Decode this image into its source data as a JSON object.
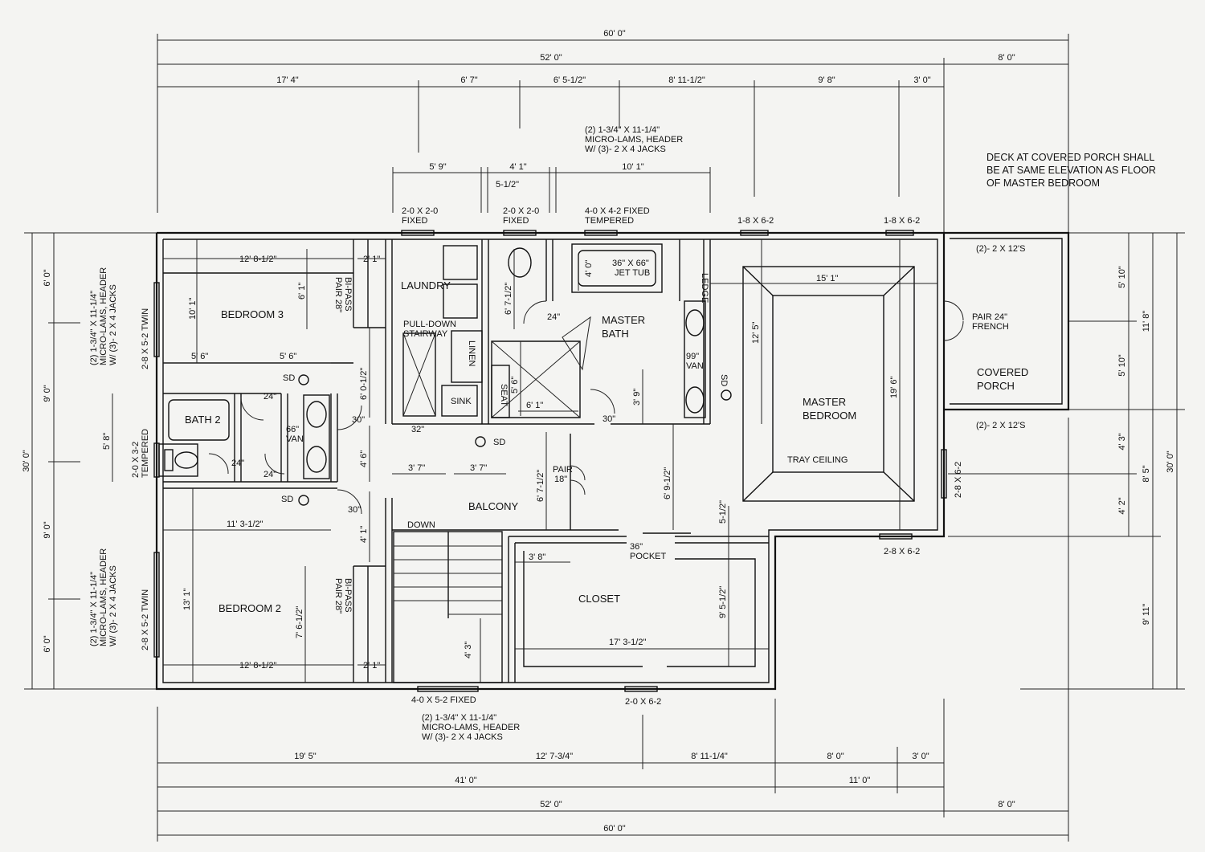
{
  "dims_top": {
    "overall_60": "60' 0\"",
    "overall_52": "52' 0\"",
    "porch_8": "8' 0\"",
    "s1": "17' 4\"",
    "s2": "6' 7\"",
    "s3": "6' 5-1/2\"",
    "s4": "8' 11-1/2\"",
    "s5": "9' 8\"",
    "s6": "3' 0\"",
    "w1": "5' 9\"",
    "w2": "4' 1\"",
    "w3": "10' 1\"",
    "w4": "5-1/2\""
  },
  "dims_bottom": {
    "b1": "19' 5\"",
    "b2": "12' 7-3/4\"",
    "b3": "8' 11-1/4\"",
    "b4": "8' 0\"",
    "b5": "3' 0\"",
    "c1": "41' 0\"",
    "c2": "11' 0\"",
    "d1": "52' 0\"",
    "d2": "8' 0\"",
    "e1": "60' 0\""
  },
  "dims_left": {
    "l1": "6' 0\"",
    "l2": "9' 0\"",
    "l3": "9' 0\"",
    "l4": "6' 0\"",
    "overall": "30' 0\""
  },
  "dims_right": {
    "r1": "5' 10\"",
    "r2": "5' 10\"",
    "r3": "11' 8\"",
    "r4": "4' 3\"",
    "r5": "4' 2\"",
    "r6": "8' 5\"",
    "r7": "9' 11\"",
    "overall": "30' 0\""
  },
  "headers": {
    "top": [
      "(2) 1-3/4\" X 11-1/4\"",
      "MICRO-LAMS, HEADER",
      "W/ (3)- 2 X 4 JACKS"
    ],
    "bottom": [
      "(2) 1-3/4\" X 11-1/4\"",
      "MICRO-LAMS, HEADER",
      "W/ (3)- 2 X 4 JACKS"
    ],
    "left_a": [
      "(2) 1-3/4\" X 11-1/4\"",
      "MICRO-LAMS, HEADER",
      "W/ (3)- 2 X 4 JACKS"
    ],
    "left_b": [
      "(2) 1-3/4\" X 11-1/4\"",
      "MICRO-LAMS, HEADER",
      "W/ (3)- 2 X 4 JACKS"
    ]
  },
  "note": [
    "DECK AT COVERED PORCH SHALL",
    "BE AT SAME ELEVATION AS FLOOR",
    "OF MASTER BEDROOM"
  ],
  "windows": {
    "w_2020a": [
      "2-0 X 2-0",
      "FIXED"
    ],
    "w_2020b": [
      "2-0 X 2-0",
      "FIXED"
    ],
    "w_4042": [
      "4-0 X 4-2 FIXED",
      "TEMPERED"
    ],
    "w_1862a": "1-8 X 6-2",
    "w_1862b": "1-8 X 6-2",
    "w_2852twin_a": "2-8 X 5-2 TWIN",
    "w_2852twin_b": "2-8 X 5-2 TWIN",
    "w_2032": [
      "2-0 X 3-2",
      "TEMPERED"
    ],
    "w_2862a": "2-8 X 6-2",
    "w_2862b": "2-8 X 6-2",
    "w_4052": "4-0 X 5-2 FIXED",
    "w_2062": "2-0 X 6-2"
  },
  "rooms": {
    "bedroom3": "BEDROOM 3",
    "bedroom2": "BEDROOM 2",
    "bath2": "BATH 2",
    "laundry": "LAUNDRY",
    "master_bath": [
      "MASTER",
      "BATH"
    ],
    "master_bedroom": [
      "MASTER",
      "BEDROOM"
    ],
    "balcony": "BALCONY",
    "closet": "CLOSET",
    "covered_porch": [
      "COVERED",
      "PORCH"
    ]
  },
  "labels": {
    "jet_tub": [
      "36\" X 66\"",
      "JET TUB"
    ],
    "ledge": "LEDGE",
    "van99": [
      "99\"",
      "VAN"
    ],
    "van66": [
      "66\"",
      "VAN"
    ],
    "linen": "LINEN",
    "sink": "SINK",
    "seat": "SEAT",
    "pulldown": [
      "PULL-DOWN",
      "STAIRWAY"
    ],
    "tray": "TRAY CEILING",
    "pair_french": [
      "PAIR 24\"",
      "FRENCH"
    ],
    "pair18": [
      "PAIR",
      "18\""
    ],
    "pair28_top": [
      "PAIR 28\"",
      "BI-PASS"
    ],
    "pair28_bot": [
      "PAIR 28\"",
      "BI-PASS"
    ],
    "pocket36": [
      "36\"",
      "POCKET"
    ],
    "down": "DOWN",
    "sd": "SD",
    "porch_2x12_top": "(2)- 2 X 12'S",
    "porch_2x12_bot": "(2)- 2 X 12'S",
    "in24": "24\"",
    "in30": "30\"",
    "in32": "32\""
  },
  "room_dims": {
    "br3_w": "12' 8-1/2\"",
    "br3_h": "10' 1\"",
    "br3_c": "6' 1\"",
    "br3_cw": "2' 1\"",
    "hall_a": "5' 6\"",
    "hall_b": "5' 6\"",
    "bath_h": "5' 8\"",
    "lau_h": "6' 0-1/2\"",
    "bal_v": "4' 6\"",
    "bal_v2": "4' 1\"",
    "bal_a": "3' 7\"",
    "bal_b": "3' 7\"",
    "bal_c": "6' 7-1/2\"",
    "mb_a": "6' 7-1/2\"",
    "mb_b": "4' 0\"",
    "mb_c": "5' 6\"",
    "mb_d": "6' 1\"",
    "mb_e": "3' 9\"",
    "mbr_w": "15' 1\"",
    "mbr_h": "12' 5\"",
    "mbr_h2": "19' 6\"",
    "mbr_c": "6' 9-1/2\"",
    "mbr_d": "5-1/2\"",
    "clo_a": "3' 8\"",
    "clo_b": "17' 3-1/2\"",
    "clo_c": "9' 5-1/2\"",
    "br2_w": "11' 3-1/2\"",
    "br2_h": "13' 1\"",
    "br2_c": "7' 6-1/2\"",
    "br2_cw": "2' 1\"",
    "br2_wb": "12' 8-1/2\"",
    "stair": "4' 3\""
  }
}
